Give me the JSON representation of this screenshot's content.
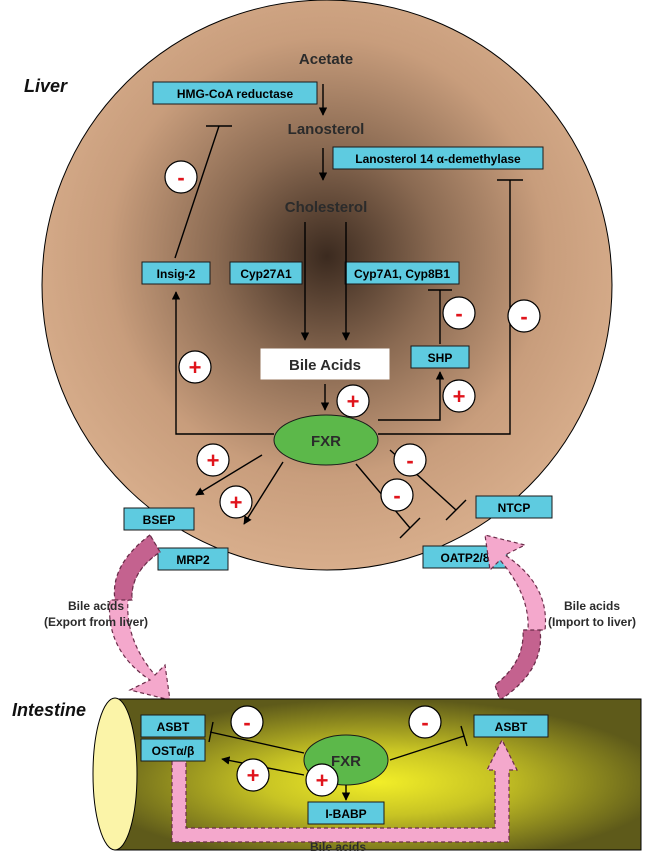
{
  "regions": {
    "liver": "Liver",
    "intestine": "Intestine"
  },
  "liver": {
    "acetate": "Acetate",
    "lanosterol": "Lanosterol",
    "cholesterol": "Cholesterol",
    "hmg_coa": "HMG-CoA reductase",
    "lanosterol_demethylase": "Lanosterol 14 α-demethylase",
    "insig2": "Insig-2",
    "cyp27a1": "Cyp27A1",
    "cyp7a1": "Cyp7A1, Cyp8B1",
    "bile_acids": "Bile Acids",
    "shp": "SHP",
    "fxr": "FXR",
    "bsep": "BSEP",
    "mrp2": "MRP2",
    "ntcp": "NTCP",
    "oatp": "OATP2/8"
  },
  "transport": {
    "export_line1": "Bile acids",
    "export_line2": "(Export from liver)",
    "import_line1": "Bile acids",
    "import_line2": "(Import to liver)"
  },
  "intestine": {
    "asbt_left": "ASBT",
    "ost": "OSTα/β",
    "fxr": "FXR",
    "asbt_right": "ASBT",
    "ibabp": "I-BABP",
    "bile_acids": "Bile acids"
  },
  "signs": {
    "plus": "+",
    "minus": "-"
  },
  "colors": {
    "box_fill": "#5ecbe0",
    "fxr_fill": "#5cb84a",
    "sign_color": "#e0141c",
    "liver_fill": "#d4a886",
    "intestine_fill": "#6d6a1e",
    "arrow_pink": "#f4a8cc"
  }
}
